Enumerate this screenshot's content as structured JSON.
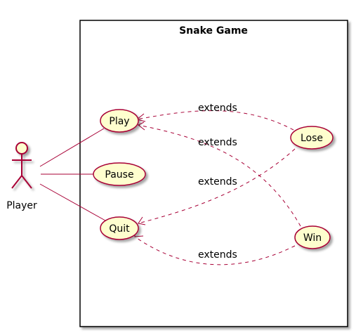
{
  "system": {
    "title": "Snake Game"
  },
  "actor": {
    "name": "Player"
  },
  "use_cases": {
    "play": "Play",
    "pause": "Pause",
    "quit": "Quit",
    "lose": "Lose",
    "win": "Win"
  },
  "relations": {
    "lose_play": "extends",
    "win_play": "extends",
    "lose_quit": "extends",
    "win_quit": "extends"
  },
  "colors": {
    "usecase_fill": "#FEFECE",
    "line": "#A80036",
    "border": "#000000"
  }
}
